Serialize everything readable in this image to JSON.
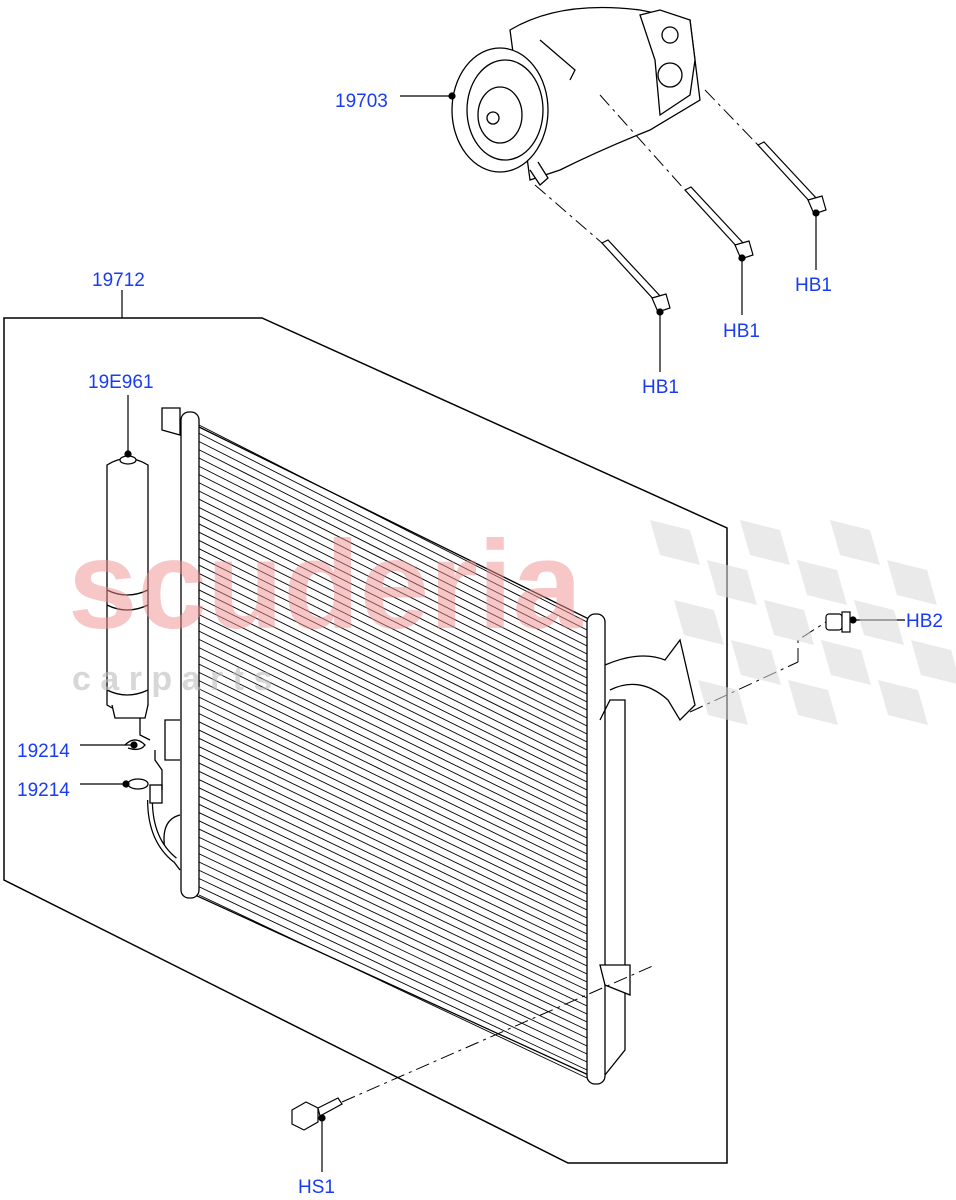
{
  "colors": {
    "label": "#1a3cf0",
    "line": "#000000",
    "watermark_red": "#f4c4c4",
    "watermark_grey": "#e2e2e2"
  },
  "watermark": {
    "text": "scuderia",
    "subtext": "c a r   p a r t s"
  },
  "callouts": {
    "compressor": "19703",
    "condenser": "19712",
    "drier": "19E961",
    "oring_1": "19214",
    "oring_2": "19214",
    "bolt_hb1_a": "HB1",
    "bolt_hb1_b": "HB1",
    "bolt_hb1_c": "HB1",
    "bolt_hb2": "HB2",
    "bolt_hs1": "HS1"
  }
}
